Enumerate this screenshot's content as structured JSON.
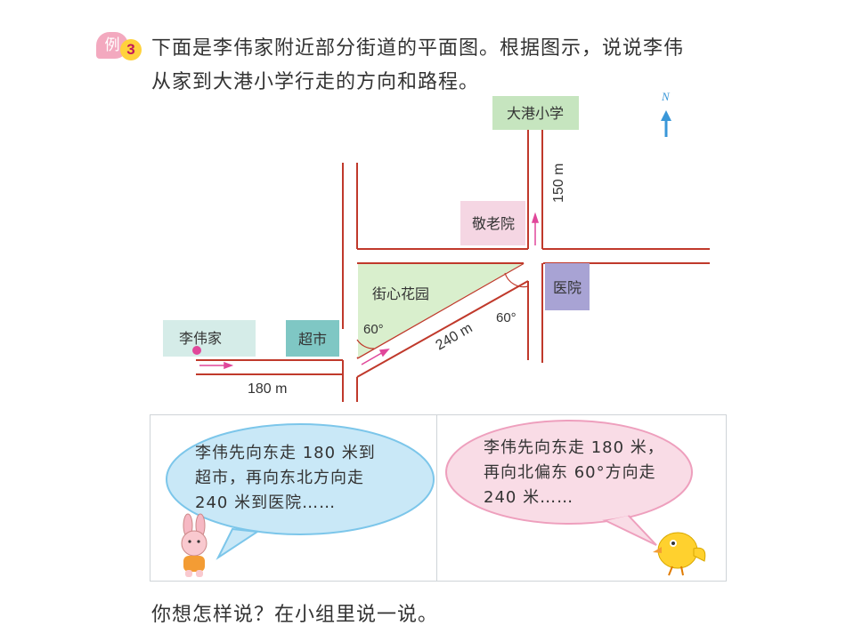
{
  "header": {
    "badge_label": "例",
    "badge_number": "3",
    "line1": "下面是李伟家附近部分街道的平面图。根据图示，说说李伟",
    "line2": "从家到大港小学行走的方向和路程。"
  },
  "map": {
    "compass": "N",
    "places": {
      "school": "大港小学",
      "nursing_home": "敬老院",
      "hospital": "医院",
      "garden": "街心花园",
      "supermarket": "超市",
      "home": "李伟家"
    },
    "distances": {
      "home_to_supermarket": "180 m",
      "diagonal": "240 m",
      "north_leg": "150 m"
    },
    "angles": {
      "at_supermarket": "60°",
      "at_intersection": "60°"
    },
    "colors": {
      "road": "#c0392b",
      "school": "#c6e5bf",
      "nursing_home": "#f5d6e3",
      "hospital": "#a8a3d4",
      "garden": "#d9efcd",
      "supermarket": "#7fc7c4",
      "home": "#d5ece8",
      "arrow": "#e0479a",
      "north": "#3a97d8"
    }
  },
  "dialog": {
    "left_bubble": [
      "李伟先向东走 180 米到",
      "超市，再向东北方向走",
      "240 米到医院……"
    ],
    "right_bubble": [
      "李伟先向东走 180 米，",
      "再向北偏东 60°方向走",
      "240 米……"
    ]
  },
  "question": "你想怎样说？在小组里说一说。"
}
